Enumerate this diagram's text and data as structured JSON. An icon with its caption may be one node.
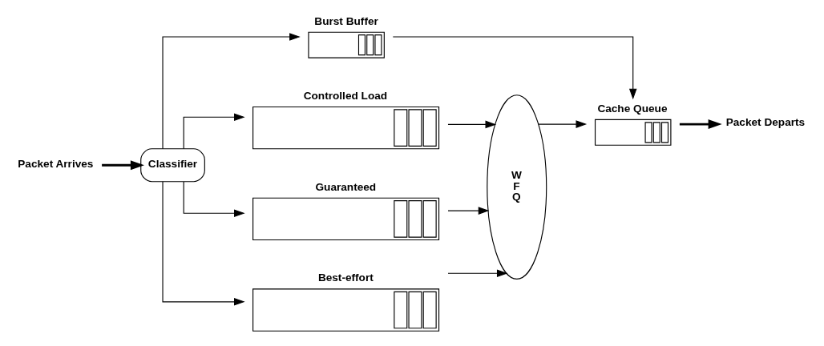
{
  "diagram": {
    "nodes": [
      {
        "text": [
          "Packet Arrives"
        ]
      },
      {
        "text": [
          "Classifier"
        ]
      },
      {
        "text": [
          "Burst Buffer"
        ]
      },
      {
        "text": [
          "Controlled Load"
        ]
      },
      {
        "text": [
          "Guaranteed"
        ]
      },
      {
        "text": [
          "Best-effort"
        ]
      },
      {
        "text": [
          "W F Q"
        ]
      },
      {
        "text": [
          "Cache Queue"
        ]
      },
      {
        "text": [
          "Packet Departs"
        ]
      }
    ],
    "edges": [
      {
        "from": 0,
        "to": 1,
        "arrow": "to",
        "style": "thick"
      },
      {
        "from": 1,
        "to": 2,
        "arrow": "to"
      },
      {
        "from": 1,
        "to": 3,
        "arrow": "to"
      },
      {
        "from": 1,
        "to": 4,
        "arrow": "to"
      },
      {
        "from": 1,
        "to": 5,
        "arrow": "to"
      },
      {
        "from": 3,
        "to": 6,
        "arrow": "to"
      },
      {
        "from": 4,
        "to": 6,
        "arrow": "to"
      },
      {
        "from": 5,
        "to": 6,
        "arrow": "to"
      },
      {
        "from": 6,
        "to": 7,
        "arrow": "to"
      },
      {
        "from": 2,
        "to": 7,
        "arrow": "to"
      },
      {
        "from": 7,
        "to": 8,
        "arrow": "to",
        "style": "thick"
      }
    ]
  }
}
